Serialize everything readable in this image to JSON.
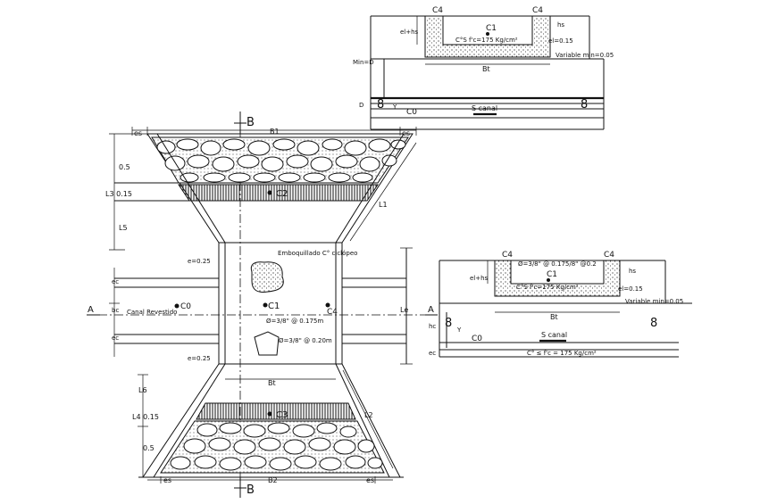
{
  "colors": {
    "line": "#111111",
    "background": "#ffffff"
  },
  "plan": {
    "section_mark_top": "B",
    "section_mark_bottom": "B",
    "section_mark_left": "A",
    "section_mark_right": "A",
    "top_width": "B1",
    "bottom_width": "B2",
    "mid_width": "Bt",
    "es_left_top": "es",
    "es_right_top": "es",
    "es_left_bottom": "es",
    "es_right_bottom": "es",
    "dim_05_top": "0.5",
    "dim_l3": "L3 0.15",
    "dim_l5": "L5",
    "dim_l1": "L1",
    "dim_l2": "L2",
    "dim_l6": "L6",
    "dim_l4": "L4 0.15",
    "dim_05_bottom": "0.5",
    "e_top": "e=0.25",
    "e_bottom": "e=0.25",
    "ec_top": "ec",
    "bc": "bc",
    "ec_bottom": "ec",
    "le": "Le",
    "canal_label": "Canal Revestido",
    "c0": "C0",
    "c1": "C1",
    "c2": "C2",
    "c3": "C3",
    "c4": "C4",
    "emboquillado": "Emboquillado C° ciclópeo",
    "rebar_1": "Ø=3/8\" @ 0.175m",
    "rebar_2": "Ø=3/8\" @ 0.20m"
  },
  "section_top": {
    "c4_left": "C4",
    "c4_right": "C4",
    "c1": "C1",
    "hs": "hs",
    "el_hs": "el+hs",
    "concrete": "C°S f'c=175 Kg/cm²",
    "el": "el=0.15",
    "bt": "Bt",
    "variable": "Variable min=0.05",
    "min": "Min=D",
    "d": "D",
    "y": "Y",
    "c0": "C0",
    "s_canal": "S canal",
    "eight": "8"
  },
  "section_right": {
    "c4_left": "C4",
    "c4_right": "C4",
    "rebar": "Ø=3/8\" @ 0.175/8\" @0.2",
    "c1": "C1",
    "hs": "hs",
    "el_hs": "el+hs",
    "concrete": "C°S f'c=175 Kg/cm²",
    "el": "el=0.15",
    "variable": "Variable min=0.05",
    "bt": "Bt",
    "hc": "hc",
    "y": "Y",
    "c0": "C0",
    "s_canal": "S canal",
    "eight": "8",
    "ec": "ec",
    "note": "C° ≤ f'c = 175 Kg/cm²"
  }
}
